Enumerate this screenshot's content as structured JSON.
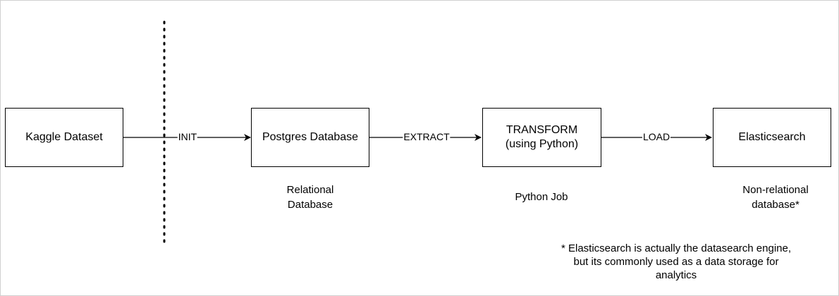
{
  "diagram": {
    "nodes": {
      "kaggle": {
        "label": "Kaggle Dataset"
      },
      "postgres": {
        "label": "Postgres Database"
      },
      "transform": {
        "line1": "TRANSFORM",
        "line2": "(using Python)"
      },
      "elastic": {
        "label": "Elasticsearch"
      }
    },
    "edges": {
      "init": "INIT",
      "extract": "EXTRACT",
      "load": "LOAD"
    },
    "captions": {
      "postgres": {
        "line1": "Relational",
        "line2": "Database"
      },
      "transform": {
        "line1": "Python Job"
      },
      "elastic": {
        "line1": "Non-relational",
        "line2": "database*"
      }
    },
    "footnote": {
      "line1": "* Elasticsearch is actually the datasearch engine,",
      "line2": "but its commonly used as a data storage for",
      "line3": "analytics"
    },
    "colors": {
      "stroke": "#000000",
      "background": "#ffffff"
    }
  }
}
